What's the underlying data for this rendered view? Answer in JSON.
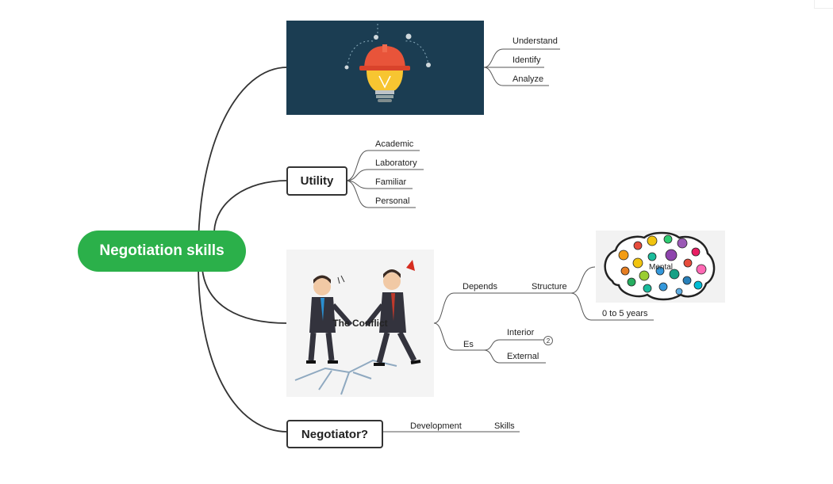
{
  "root": {
    "label": "Negotiation skills",
    "color": "#2bb04a"
  },
  "branch_image_top": {
    "image": "lightbulb-hardhat-illustration",
    "bg": "#1b3d52",
    "children": [
      "Understand",
      "Identify",
      "Analyze"
    ]
  },
  "branch_utility": {
    "label": "Utility",
    "children": [
      "Academic",
      "Laboratory",
      "Familiar",
      "Personal"
    ]
  },
  "branch_conflict": {
    "image": "business-conflict-illustration",
    "image_text": "The Conflict",
    "depends": {
      "label": "Depends",
      "structure": "Structure",
      "brain_image": "colorful-gears-brain",
      "brain_text": "Mental",
      "sub": "0 to 5 years"
    },
    "es": {
      "label": "Es",
      "children": [
        "Interior",
        "External"
      ],
      "badge": "2"
    }
  },
  "branch_negotiator": {
    "label": "Negotiator?",
    "development": "Development",
    "skills": "Skills"
  }
}
